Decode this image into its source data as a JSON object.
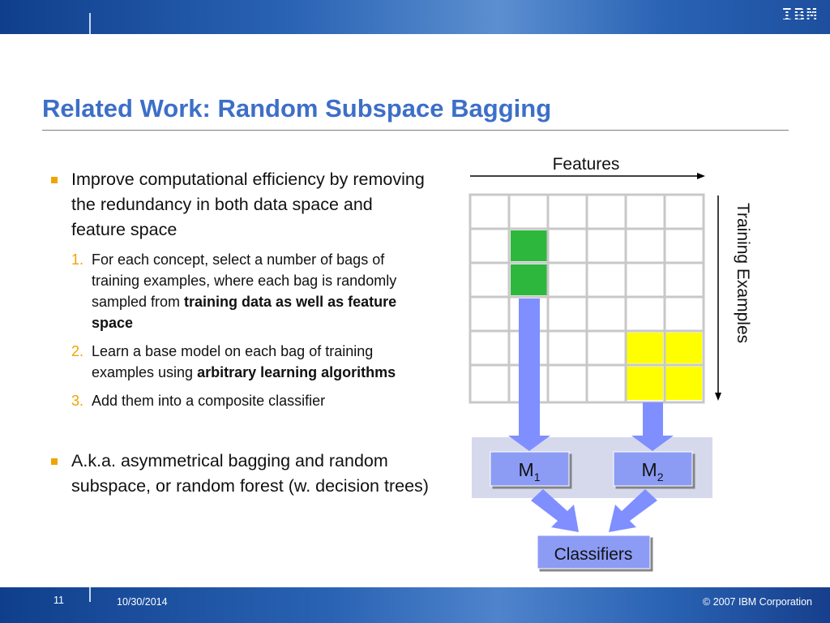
{
  "header": {
    "logo_text": "IBM"
  },
  "title": "Related Work: Random Subspace Bagging",
  "bullets": [
    {
      "text": "Improve computational efficiency by removing the redundancy in both data space and feature space",
      "subitems": [
        {
          "num": "1.",
          "text": "For each concept, select a number of bags of training examples, where each bag is randomly sampled from ",
          "bold": "training data as well as feature space"
        },
        {
          "num": "2.",
          "text": "Learn a base model on each bag of training examples using ",
          "bold": "arbitrary learning algorithms"
        },
        {
          "num": "3.",
          "text": "Add them into a composite classifier",
          "bold": ""
        }
      ]
    },
    {
      "text": "A.k.a. asymmetrical bagging and random subspace, or random forest (w. decision trees)"
    }
  ],
  "diagram": {
    "features_label": "Features",
    "training_label": "Training Examples",
    "model1": {
      "letter": "M",
      "sub": "1"
    },
    "model2": {
      "letter": "M",
      "sub": "2"
    },
    "classifiers_label": "Classifiers",
    "colors": {
      "green": "#2db83d",
      "yellow": "#ffff00",
      "arrow": "#7f8fff",
      "box": "#8c9cf5",
      "panel": "#d6d9ec"
    }
  },
  "footer": {
    "page": "11",
    "date": "10/30/2014",
    "copyright": "© 2007 IBM Corporation"
  }
}
